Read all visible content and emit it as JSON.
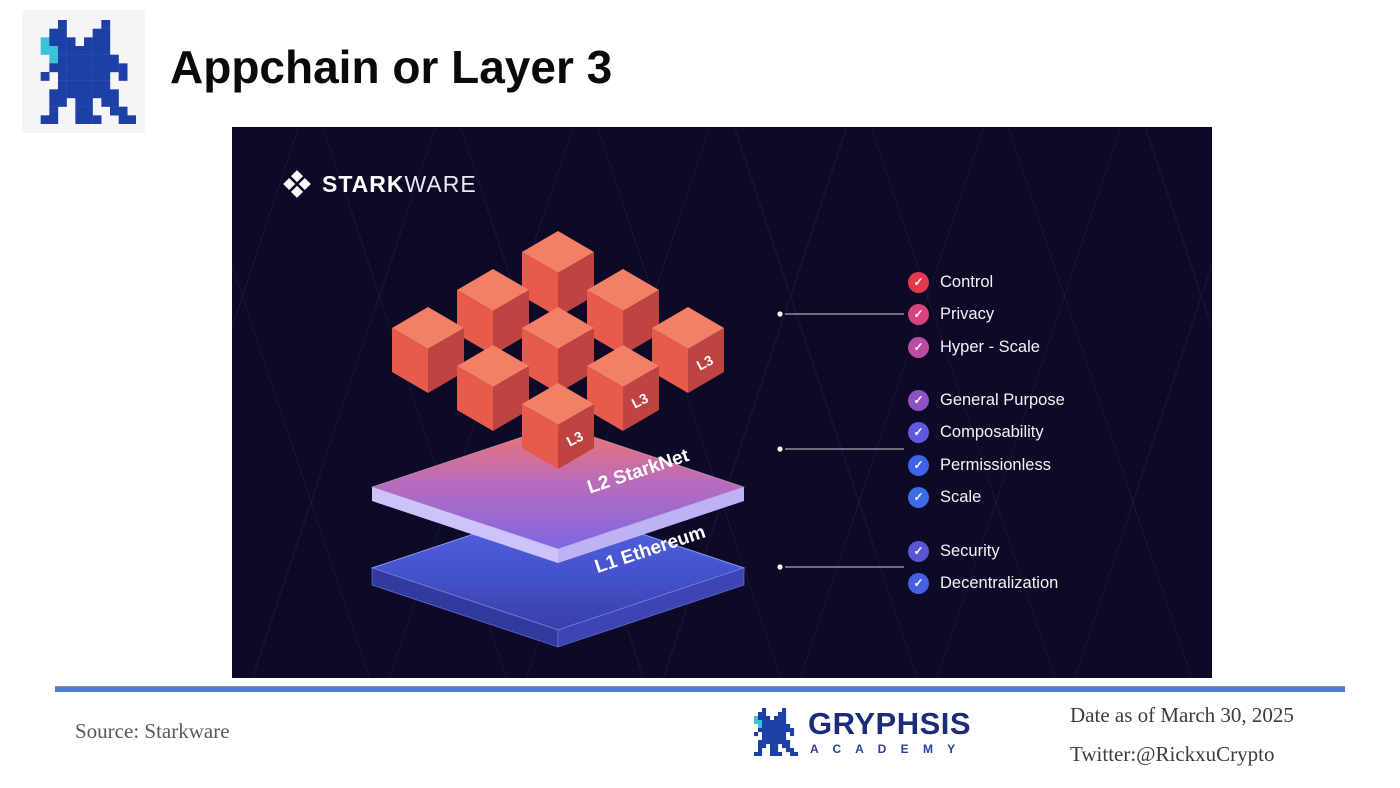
{
  "page": {
    "title": "Appchain or Layer 3",
    "source_note": "Source: Starkware",
    "date_note": "Date as of March 30, 2025",
    "twitter_note": "Twitter:@RickxuCrypto"
  },
  "footer_brand": {
    "name": "GRYPHSIS",
    "academy": "A C A D E M Y"
  },
  "diagram": {
    "vendor_logo": {
      "bold": "STARK",
      "light": "WARE"
    },
    "check_glyph": "✓",
    "layers": {
      "l3_cube_label": "L3",
      "l2_platform_label": "L2 StarkNet",
      "l1_platform_label": "L1 Ethereum"
    },
    "colors": {
      "panel_background": "#0d0a28",
      "cube_top": "#f28066",
      "cube_left": "#e85a4b",
      "cube_right": "#bf4340",
      "l2_gradient_start": "#f0756b",
      "l2_gradient_end": "#7e66e2",
      "l1_gradient_start": "#5565e8",
      "l1_gradient_end": "#383fa6",
      "divider_blue": "#4a7cd4"
    },
    "feature_groups": [
      {
        "items": [
          {
            "label": "Control",
            "color": "#e5394b"
          },
          {
            "label": "Privacy",
            "color": "#d9417f"
          },
          {
            "label": "Hyper - Scale",
            "color": "#bc4ba4"
          }
        ]
      },
      {
        "items": [
          {
            "label": "General Purpose",
            "color": "#9150c4"
          },
          {
            "label": "Composability",
            "color": "#5e59e0"
          },
          {
            "label": "Permissionless",
            "color": "#3f63e6"
          },
          {
            "label": "Scale",
            "color": "#3c6ce9"
          }
        ]
      },
      {
        "items": [
          {
            "label": "Security",
            "color": "#5a55d2"
          },
          {
            "label": "Decentralization",
            "color": "#4560e2"
          }
        ]
      }
    ]
  }
}
